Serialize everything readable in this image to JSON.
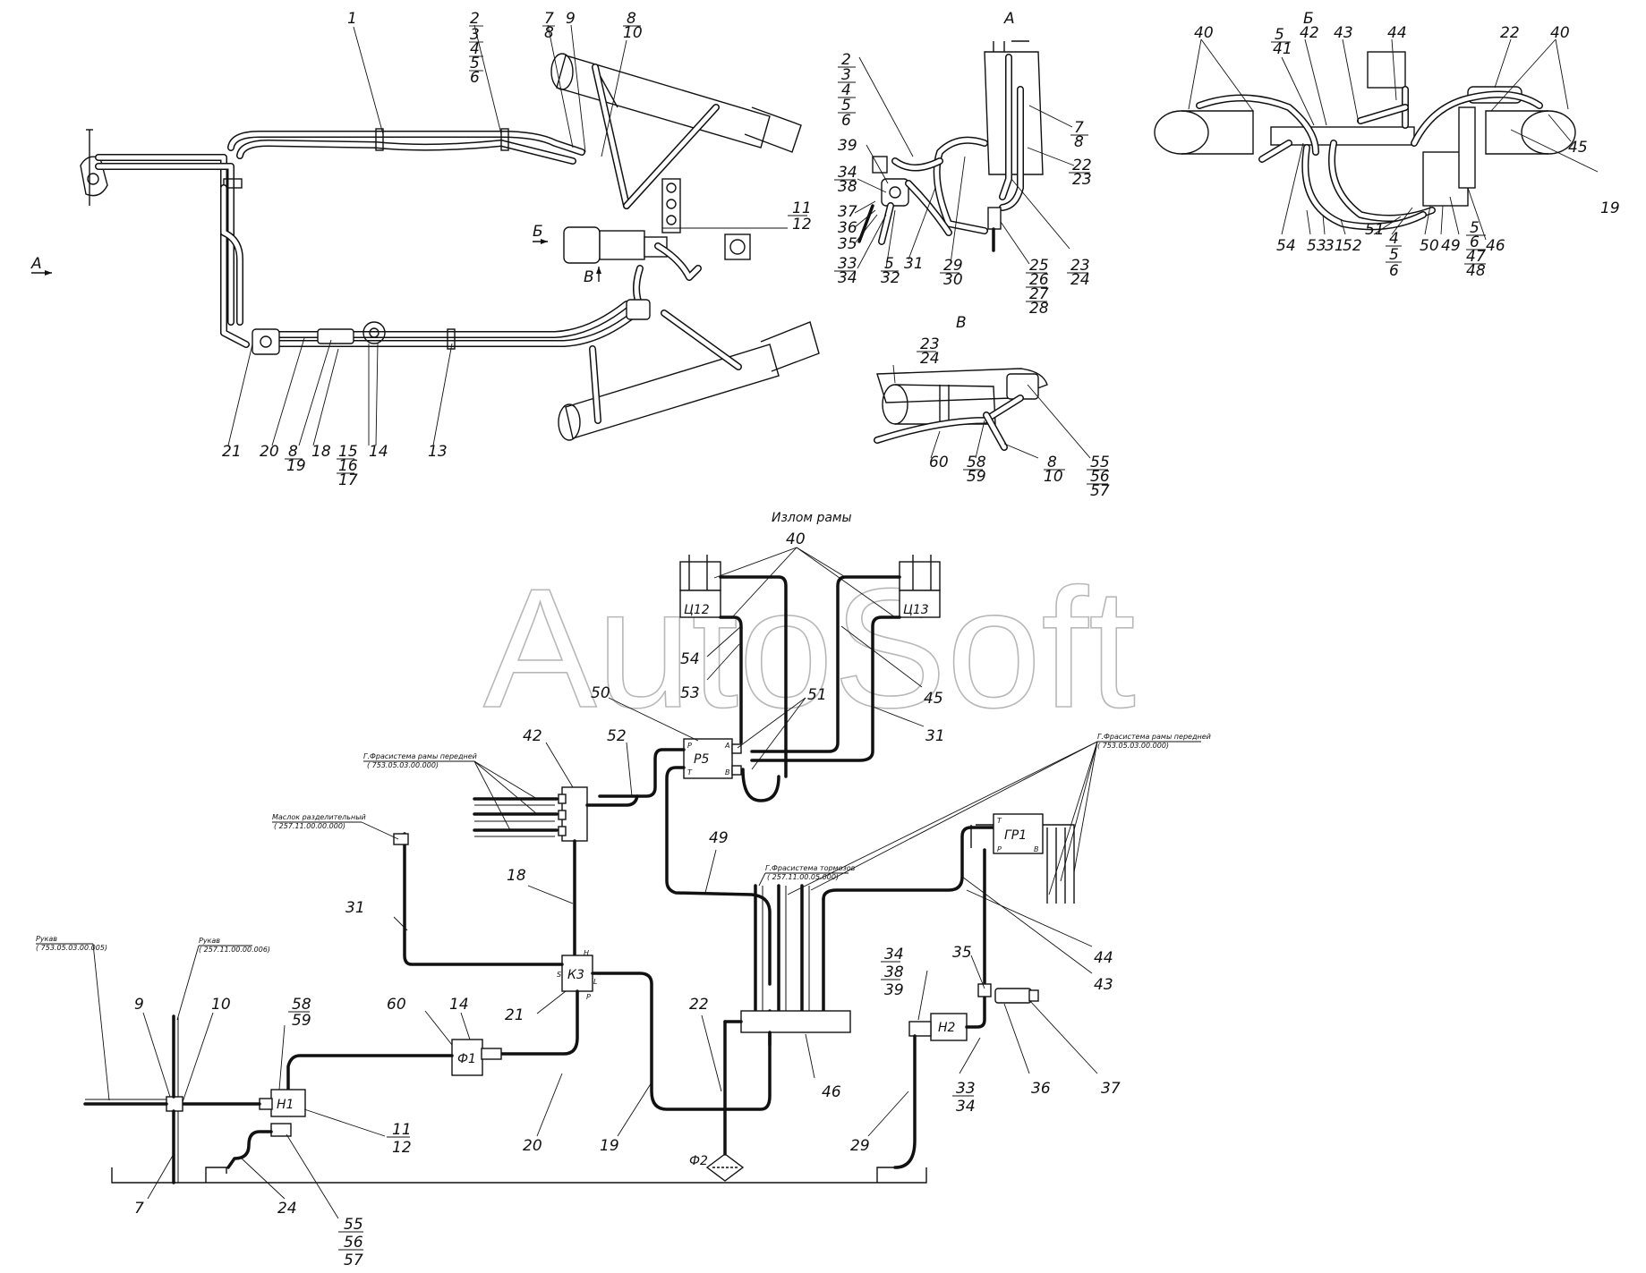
{
  "views": {
    "a": "А",
    "b": "Б",
    "v": "В"
  },
  "watermark": "AutoSoft",
  "scheme_title": "Излом рамы",
  "components": {
    "c12": "Ц12",
    "c13": "Ц13",
    "r5": "Р5",
    "k3": "К3",
    "f1": "Ф1",
    "f2": "Ф2",
    "n1": "Н1",
    "n2": "Н2",
    "gr1": "ГР1"
  },
  "port_letters": {
    "p": "P",
    "t": "T",
    "a": "A",
    "b": "B",
    "h": "H",
    "s": "S",
    "l": "L"
  },
  "notes": {
    "front_frame_hydraulics_1": "Г.Фрасистема рамы передней",
    "front_frame_code_1": "( 753.05.03.00.000)",
    "distribution_node": "Маслок разделительный",
    "distribution_node_code": "( 257.11.00.00.000)",
    "brake_hydraulics": "Г.Фрасистема тормозов",
    "brake_hydraulics_code": "( 257.11.00.05.000)",
    "front_frame_hydraulics_2": "Г.Фрасистема рамы передней",
    "front_frame_code_2": "( 753.05.03.00.000)",
    "hose_1": "Рукав",
    "hose_1_code": "( 753.05.03.00.005)",
    "hose_2": "Рукав",
    "hose_2_code": "( 257.11.00.00.006)"
  },
  "callouts": {
    "top": {
      "n1": "1",
      "n2": "2",
      "n3": "3",
      "n4": "4",
      "n5": "5",
      "n6": "6",
      "n7": "7",
      "n8": "8",
      "n9": "9",
      "n10": "10",
      "n8b": "8",
      "n11": "11",
      "n12": "12",
      "n21": "21",
      "n20": "20",
      "n18": "18",
      "n8c": "8",
      "n19": "19",
      "n15": "15",
      "n16": "16",
      "n17": "17",
      "n14": "14",
      "n13": "13"
    },
    "view_a": {
      "n2": "2",
      "n3": "3",
      "n4": "4",
      "n5": "5",
      "n6": "6",
      "n39": "39",
      "n34": "34",
      "n38": "38",
      "n37": "37",
      "n36": "36",
      "n35": "35",
      "n33": "33",
      "n34b": "34",
      "n5b": "5",
      "n32": "32",
      "n31": "31",
      "n29": "29",
      "n30": "30",
      "n25": "25",
      "n26": "26",
      "n27": "27",
      "n28": "28",
      "n23": "23",
      "n24": "24",
      "n22": "22",
      "n23b": "23",
      "n7": "7",
      "n8": "8"
    },
    "view_b": {
      "n40": "40",
      "n40b": "40",
      "n5": "5",
      "n41": "41",
      "n42": "42",
      "n43": "43",
      "n44": "44",
      "n22": "22",
      "n45": "45",
      "n19": "19",
      "n46": "46",
      "n54": "54",
      "n53": "53",
      "n31": "31",
      "n52": "52",
      "n51": "51",
      "n4": "4",
      "n5b": "5",
      "n6": "6",
      "n50": "50",
      "n49": "49",
      "n5c": "5",
      "n6b": "6",
      "n47": "47",
      "n48": "48"
    },
    "view_v": {
      "n23": "23",
      "n24": "24",
      "n60": "60",
      "n58": "58",
      "n59": "59",
      "n8": "8",
      "n10": "10",
      "n55": "55",
      "n56": "56",
      "n57": "57"
    },
    "scheme": {
      "n40": "40",
      "n54": "54",
      "n53": "53",
      "n45": "45",
      "n50": "50",
      "n51": "51",
      "n31": "31",
      "n52": "52",
      "n42": "42",
      "n49": "49",
      "n18": "18",
      "n31b": "31",
      "n44": "44",
      "n43": "43",
      "n35": "35",
      "n34": "34",
      "n38": "38",
      "n39": "39",
      "n21": "21",
      "n60": "60",
      "n14": "14",
      "n22": "22",
      "n46": "46",
      "n9": "9",
      "n10": "10",
      "n58": "58",
      "n59": "59",
      "n11": "11",
      "n12": "12",
      "n7": "7",
      "n24": "24",
      "n55": "55",
      "n56": "56",
      "n57": "57",
      "n20": "20",
      "n19": "19",
      "n29": "29",
      "n33": "33",
      "n34b": "34",
      "n36": "36",
      "n37": "37"
    }
  }
}
